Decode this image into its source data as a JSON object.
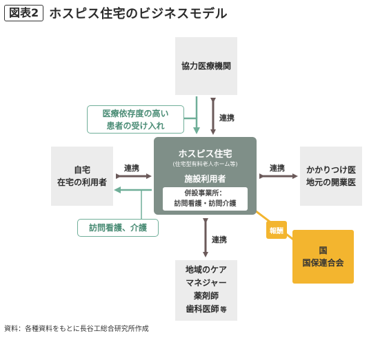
{
  "header": {
    "figure_label": "図表2",
    "title": "ホスピス住宅のビジネスモデル"
  },
  "nodes": {
    "medical_institution": "協力医療機関",
    "home": {
      "line1": "自宅",
      "line2": "在宅の利用者"
    },
    "clinic": {
      "line1": "かかりつけ医",
      "line2": "地元の開業医"
    },
    "care": {
      "line1": "地域のケア",
      "line2": "マネジャー",
      "line3": "薬剤師",
      "line4": "歯科医師",
      "suffix": "等"
    },
    "center": {
      "title": "ホスピス住宅",
      "subtitle": "(住宅型有料老人ホーム等)",
      "user": "施設利用者",
      "office_line1": "併設事業所：",
      "office_line2": "訪問看護・訪問介護"
    },
    "nation": {
      "line1": "国",
      "line2": "国保連合会"
    }
  },
  "callouts": {
    "acceptance": {
      "line1": "医療依存度の高い",
      "line2": "患者の受け入れ"
    },
    "visit": "訪問看護、介護"
  },
  "relations": {
    "top": "連携",
    "left": "連携",
    "right": "連携",
    "bottom": "連携"
  },
  "reward": "報酬",
  "source": "資料：各種資料をもとに長谷工総合研究所作成",
  "colors": {
    "green": "#6fae98",
    "gray_arrow": "#6b5a5a",
    "center": "#7f8f88",
    "orange": "#f3b52f",
    "box": "#ececec"
  }
}
